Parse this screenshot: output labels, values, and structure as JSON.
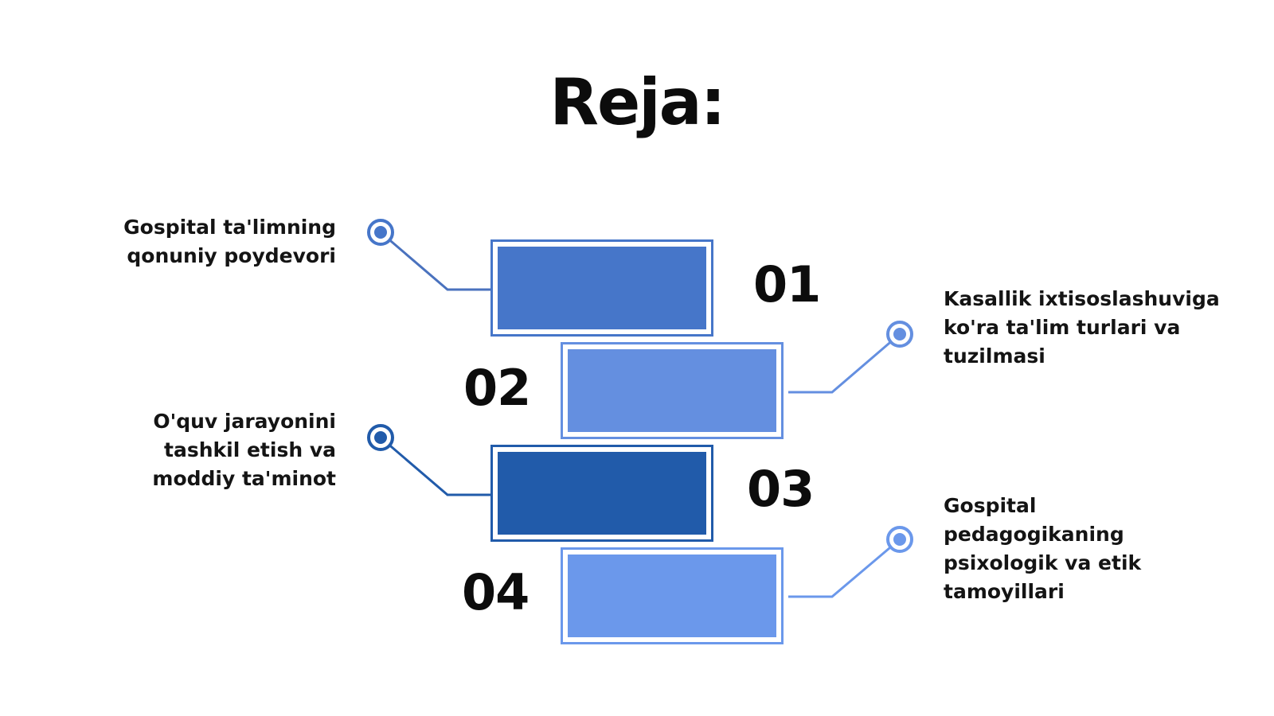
{
  "title": "Reja:",
  "colors": {
    "block1": "#4676C9",
    "block2": "#648FE0",
    "block3": "#215BAA",
    "block4": "#6B98EB"
  },
  "items": [
    {
      "number": "01",
      "text": "Gospital ta'limning qonuniy poydevori",
      "side": "left"
    },
    {
      "number": "02",
      "text": "Kasallik ixtisoslashuviga ko'ra ta'lim turlari va tuzilmasi",
      "side": "right"
    },
    {
      "number": "03",
      "text": "O'quv jarayonini tashkil etish va moddiy ta'minot",
      "side": "left"
    },
    {
      "number": "04",
      "text": "Gospital pedagogikaning psixologik va etik tamoyillari",
      "side": "right"
    }
  ]
}
